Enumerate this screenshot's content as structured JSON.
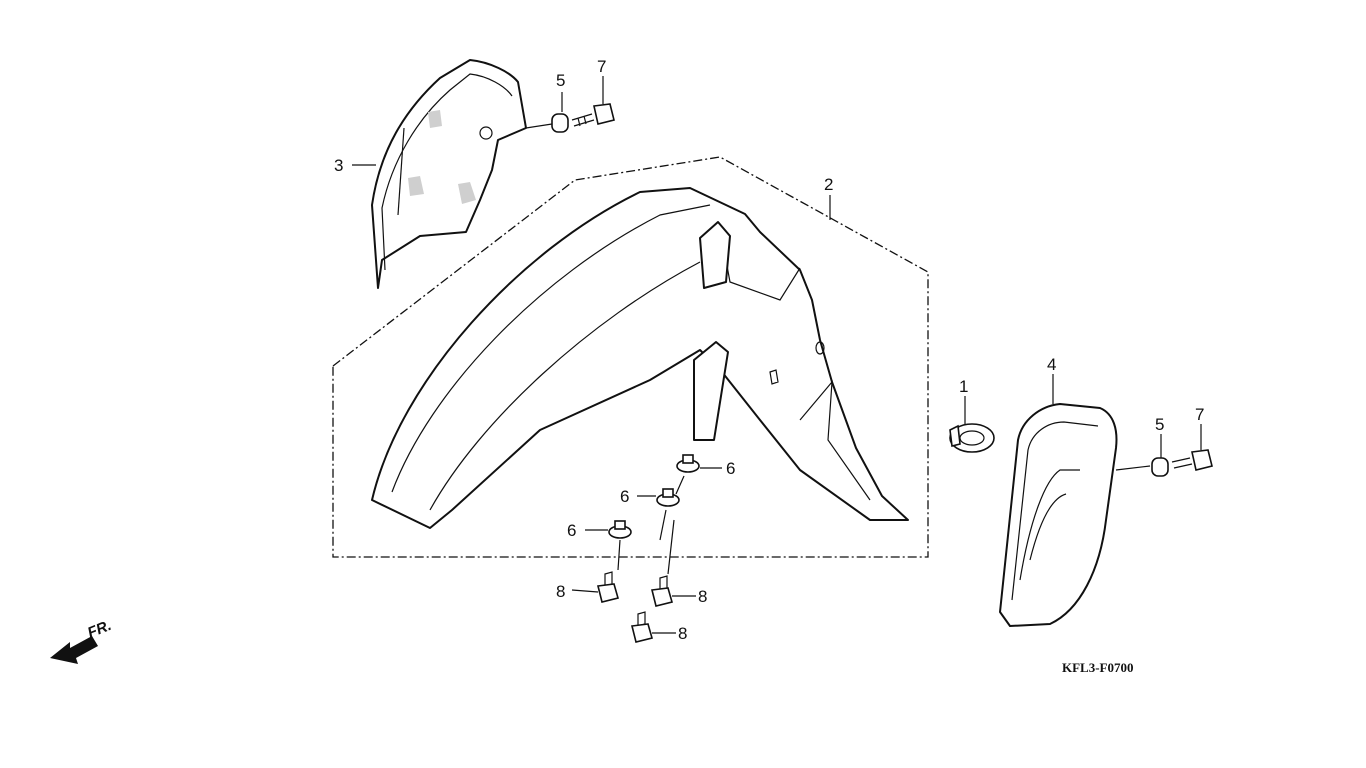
{
  "diagram_code": "KFL3-F0700",
  "front_direction_label": "FR.",
  "callouts": {
    "c1": "1",
    "c2": "2",
    "c3": "3",
    "c4": "4",
    "c5a": "5",
    "c5b": "5",
    "c7a": "7",
    "c7b": "7",
    "c6a": "6",
    "c6b": "6",
    "c6c": "6",
    "c8a": "8",
    "c8b": "8",
    "c8c": "8"
  }
}
